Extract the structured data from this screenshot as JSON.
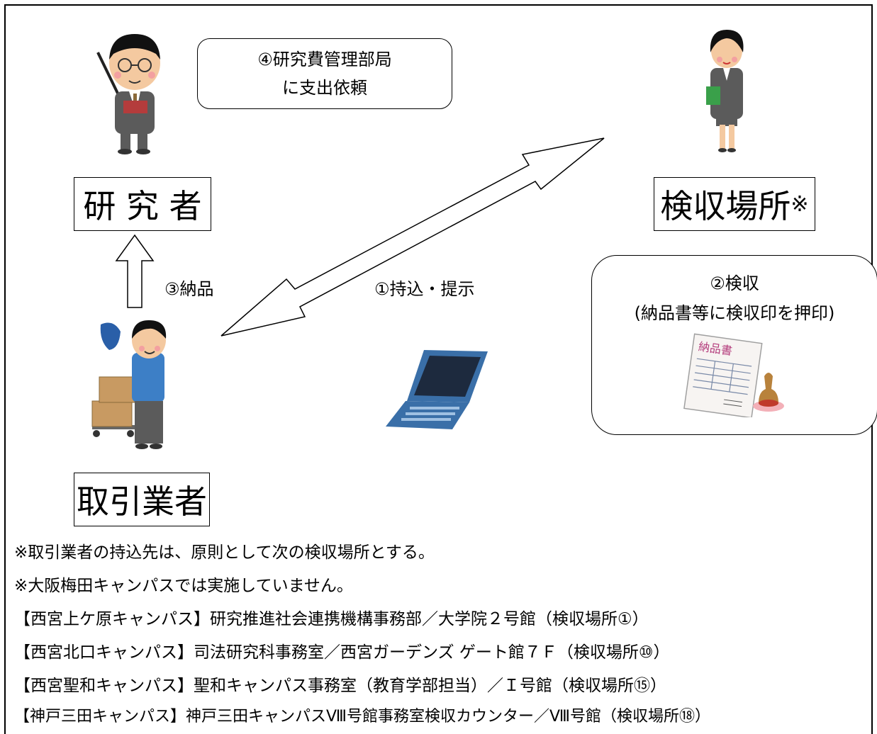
{
  "researcher": {
    "label": "研 究 者"
  },
  "inspection_place": {
    "label": "検収場所",
    "mark": "※"
  },
  "vendor": {
    "label": "取引業者"
  },
  "step4": {
    "line1": "④研究費管理部局",
    "line2": "に支出依頼"
  },
  "step3": {
    "label": "③納品"
  },
  "step1": {
    "label": "①持込・提示"
  },
  "step2": {
    "line1": "②検収",
    "line2": "(納品書等に検収印を押印)",
    "doc_title": "納品書"
  },
  "notes": [
    "※取引業者の持込先は、原則として次の検収場所とする。",
    "※大阪梅田キャンパスでは実施していません。",
    "【西宮上ケ原キャンパス】研究推進社会連携機構事務部／大学院２号館（検収場所①）",
    "【西宮北口キャンパス】司法研究科事務室／西宮ガーデンズ ゲート館７Ｆ（検収場所⑩）",
    "【西宮聖和キャンパス】聖和キャンパス事務室（教育学部担当）／Ｉ号館（検収場所⑮）",
    "【神戸三田キャンパス】神戸三田キャンパスⅧ号館事務室検収カウンター／Ⅷ号館（検収場所⑱）"
  ],
  "icons": [
    "researcher-illustration",
    "staff-illustration",
    "vendor-illustration",
    "laptop-icon",
    "invoice-stamp-illustration"
  ],
  "colors": {
    "suit": "#5b5b5b",
    "shirt_blue": "#3d7fc6",
    "box": "#c89a62",
    "laptop": "#3a6fa8",
    "stamp": "#b8823c"
  }
}
